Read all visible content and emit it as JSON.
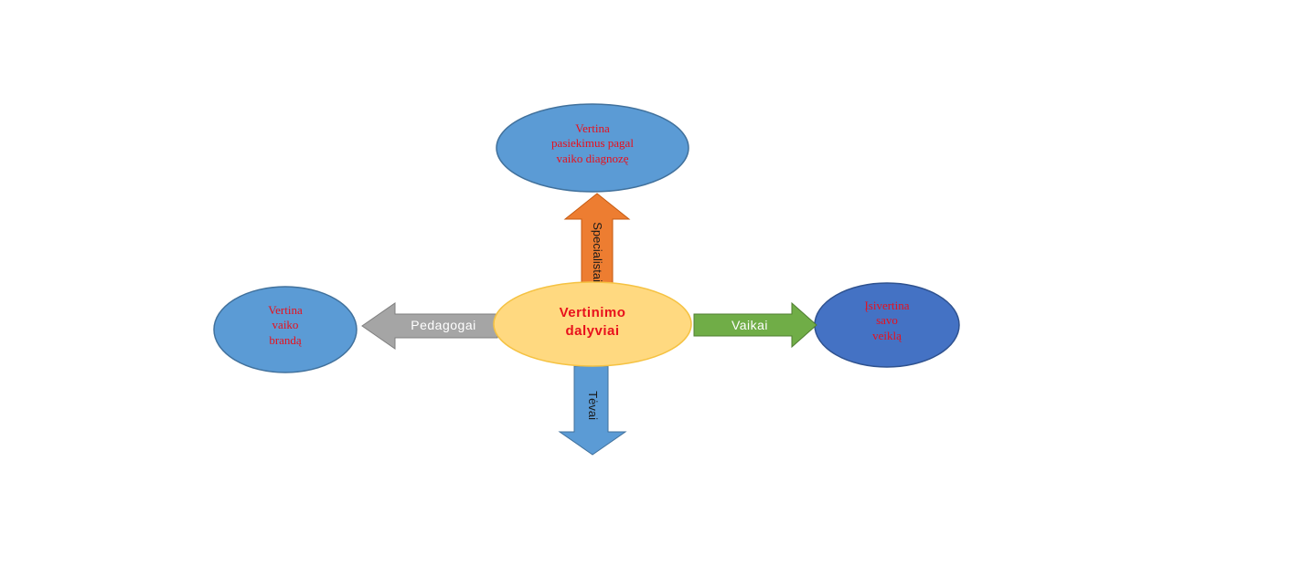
{
  "center": {
    "line1": "Vertinimo",
    "line2": "dalyviai"
  },
  "top_node": {
    "line1": "Vertina",
    "line2": "pasiekimus pagal",
    "line3": "vaiko diagnozę"
  },
  "left_node": {
    "line1": "Vertina",
    "line2": "vaiko",
    "line3": "brandą"
  },
  "right_node": {
    "line1": "Įsivertina",
    "line2": "savo",
    "line3": "veiklą"
  },
  "arrows": {
    "up": "Specialistai",
    "left": "Pedagogai",
    "right": "Vaikai",
    "down": "Tėvai"
  },
  "colors": {
    "center_fill": "#ffd980",
    "center_stroke": "#f5c242",
    "ellipse_blue": "#5b9bd5",
    "ellipse_dark_blue": "#4472c4",
    "arrow_orange": "#ed7d31",
    "arrow_gray": "#a5a5a5",
    "arrow_green": "#70ad47",
    "arrow_blue": "#5b9bd5",
    "text_red": "#e8101c"
  }
}
